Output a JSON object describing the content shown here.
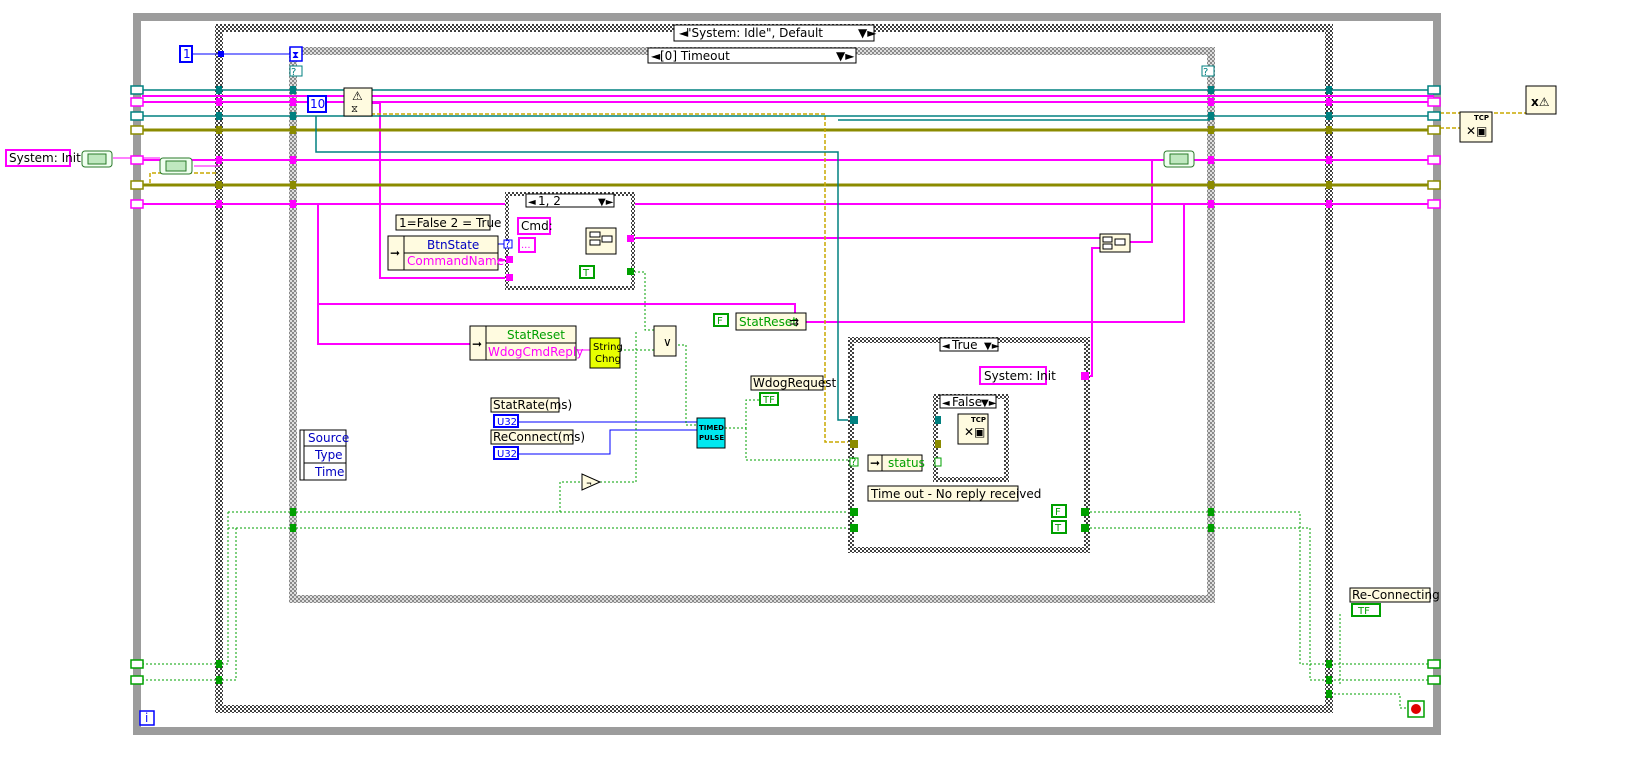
{
  "outer_case": {
    "selector": "\"System: Idle\", Default"
  },
  "event_case": {
    "selector": "[0] Timeout"
  },
  "constants": {
    "loop_count": "1",
    "timeout_ms": "10",
    "system_init_left": "System: Init",
    "system_init_right": "System: Init",
    "cmd_prefix": "Cmd:",
    "ellipsis": "...",
    "cmd_true": "T",
    "statreset_false": "F",
    "case_false_const": "F",
    "case_true_const": "T"
  },
  "labels": {
    "state_note": "1=False  2 = True",
    "btn_state": "BtnState",
    "command_name": "CommandName",
    "stat_reset_field": "StatReset",
    "wdog_cmd_reply": "WdogCmdReply",
    "string_chng": "String Chng",
    "stat_reset_write": "StatReset",
    "wdog_request": "WdogRequest",
    "tf": "TF",
    "stat_rate": "StatRate(ms)",
    "reconnect": "ReConnect(ms)",
    "u32": "U32",
    "timed_pulse": "TIMED PULSE",
    "event_source": "Source",
    "event_type": "Type",
    "event_time": "Time",
    "status": "status",
    "timeout_msg": "Time out - No reply received",
    "reconnecting": "Re-Connecting",
    "info": "i",
    "tcp": "TCP"
  },
  "inner_cases": {
    "cmd_case": "1, 2",
    "true_case": "True",
    "false_case": "False"
  },
  "colors": {
    "string_wire": "#ff00ff",
    "cluster_wire": "#8b8b00",
    "refnum_wire": "#008080",
    "bool_wire": "#00a000",
    "numeric_wire": "#0000ff",
    "frame_grey": "#a0a0a0"
  }
}
